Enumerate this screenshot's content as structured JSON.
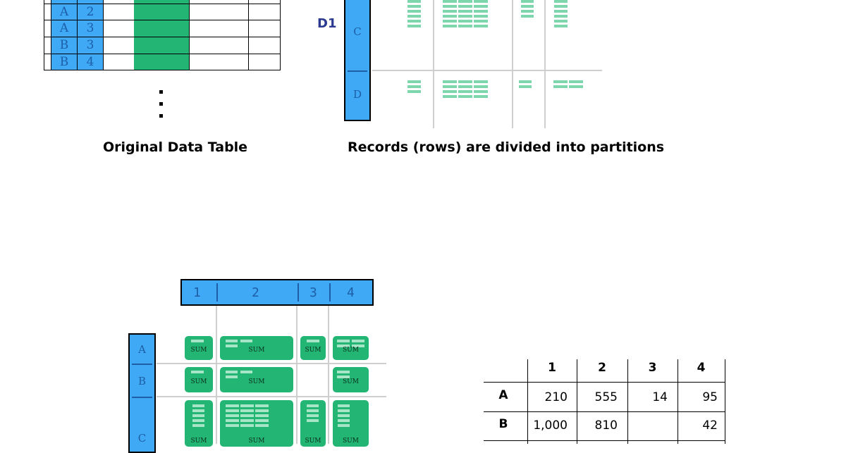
{
  "original_table": {
    "caption": "Original Data Table",
    "rows": [
      {
        "key": "A",
        "col": "2"
      },
      {
        "key": "A",
        "col": "3"
      },
      {
        "key": "B",
        "col": "3"
      },
      {
        "key": "B",
        "col": "4"
      }
    ],
    "continuation": "⋮"
  },
  "partitions": {
    "caption": "Records (rows) are divided into partitions",
    "partition_label": "D1",
    "row_labels": [
      "C",
      "D"
    ]
  },
  "aggregation": {
    "column_labels": [
      "1",
      "2",
      "3",
      "4"
    ],
    "row_labels": [
      "A",
      "B",
      "C"
    ],
    "sum_label": "SUM"
  },
  "result_table": {
    "column_headers": [
      "1",
      "2",
      "3",
      "4"
    ],
    "rows": [
      {
        "label": "A",
        "values": [
          "210",
          "555",
          "14",
          "95"
        ]
      },
      {
        "label": "B",
        "values": [
          "1,000",
          "810",
          "",
          "42"
        ]
      }
    ]
  },
  "colors": {
    "blue": "#3fa9f5",
    "green": "#22b573",
    "light_green": "#7ed6ad",
    "label_blue": "#1d5ea6",
    "d1_blue": "#2b3990"
  }
}
